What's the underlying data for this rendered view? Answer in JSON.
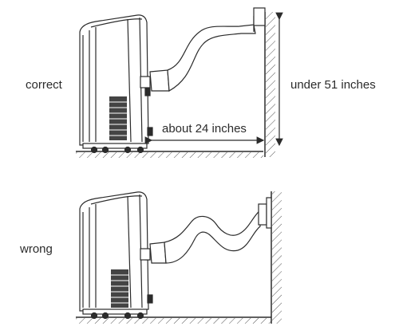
{
  "labels": {
    "correct": "correct",
    "wrong": "wrong",
    "height": "under 51 inches",
    "distance": "about 24 inches"
  },
  "colors": {
    "line": "#2b2b2b",
    "hatch": "#555555",
    "background": "#ffffff"
  }
}
